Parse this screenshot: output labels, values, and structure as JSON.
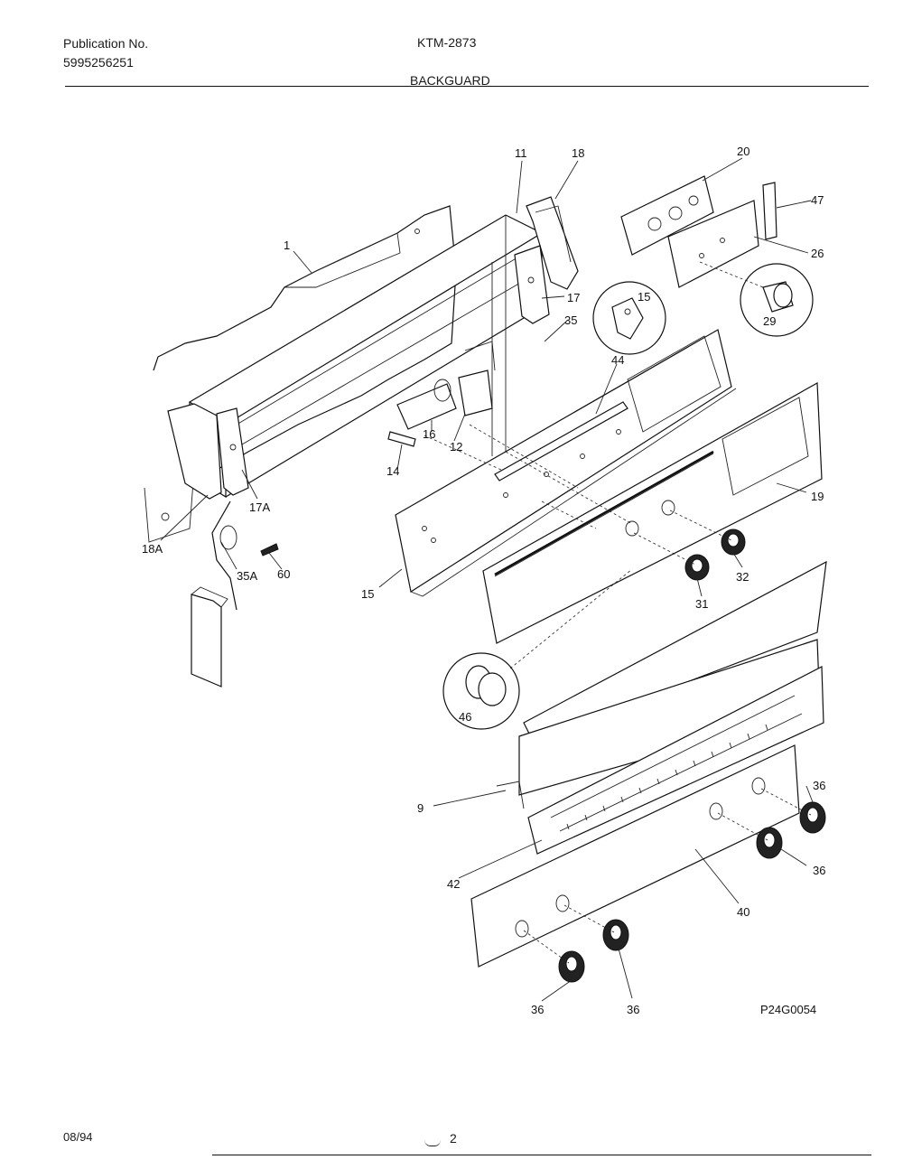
{
  "header": {
    "publication_label": "Publication No.",
    "publication_number": "5995256251",
    "model": "KTM-2873",
    "section_title": "BACKGUARD"
  },
  "diagram": {
    "figure_code": "P24G0054",
    "callouts": [
      "1",
      "11",
      "18",
      "20",
      "47",
      "26",
      "29",
      "15",
      "17",
      "35",
      "44",
      "16",
      "12",
      "14",
      "18A",
      "17A",
      "35A",
      "60",
      "15",
      "19",
      "32",
      "31",
      "46",
      "9",
      "36",
      "36",
      "42",
      "40",
      "36",
      "36"
    ]
  },
  "footer": {
    "date": "08/94",
    "page_number": "2"
  }
}
